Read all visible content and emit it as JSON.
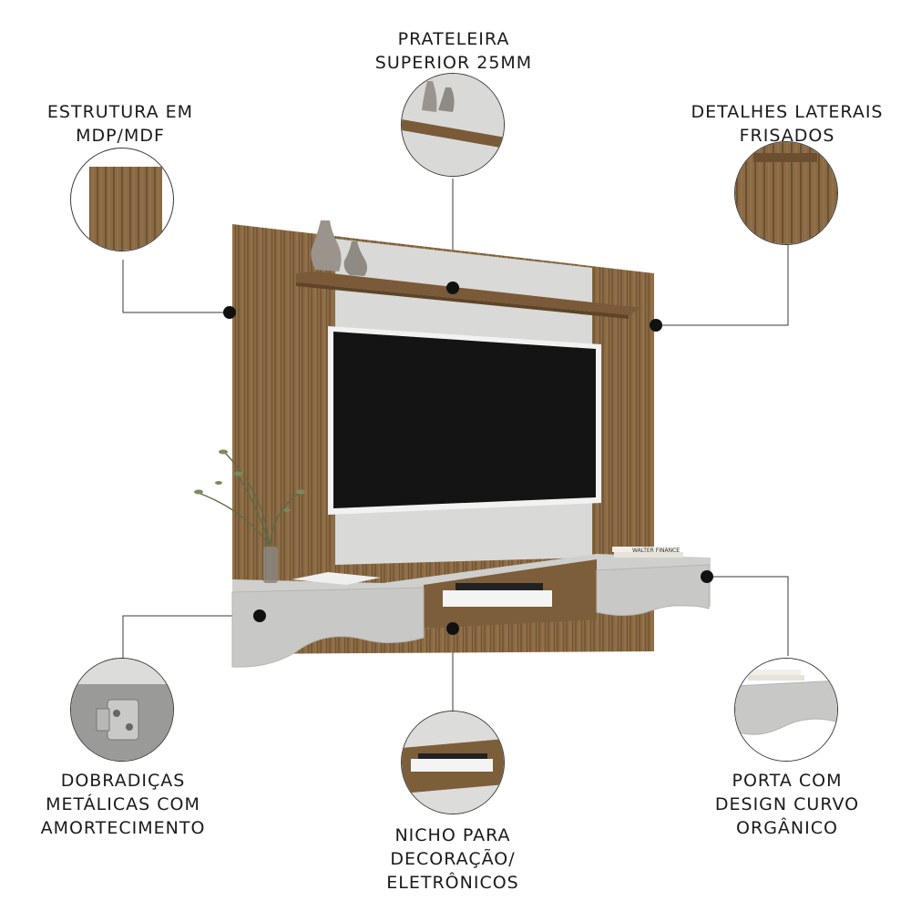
{
  "callouts": {
    "top_shelf": {
      "label": "PRATELEIRA\nSUPERIOR 25MM"
    },
    "structure": {
      "label": "ESTRUTURA EM\nMDP/MDF"
    },
    "side_details": {
      "label": "DETALHES LATERAIS\nFRISADOS"
    },
    "hinges": {
      "label": "DOBRADIÇAS\nMETÁLICAS COM\nAMORTECIMENTO"
    },
    "niche": {
      "label": "NICHO PARA\nDECORAÇÃO/\nELETRÔNICOS"
    },
    "door": {
      "label": "PORTA COM\nDESIGN CURVO\nORGÂNICO"
    }
  },
  "product": {
    "book_text": "WALTER FINANCE"
  },
  "colors": {
    "wood": "#8a6a44",
    "wood_dark": "#6b4f30",
    "panel_gray": "#d9d9d7",
    "cabinet_gray": "#cfcfcd",
    "tv_screen": "#141414",
    "line": "#3a3a3a"
  }
}
